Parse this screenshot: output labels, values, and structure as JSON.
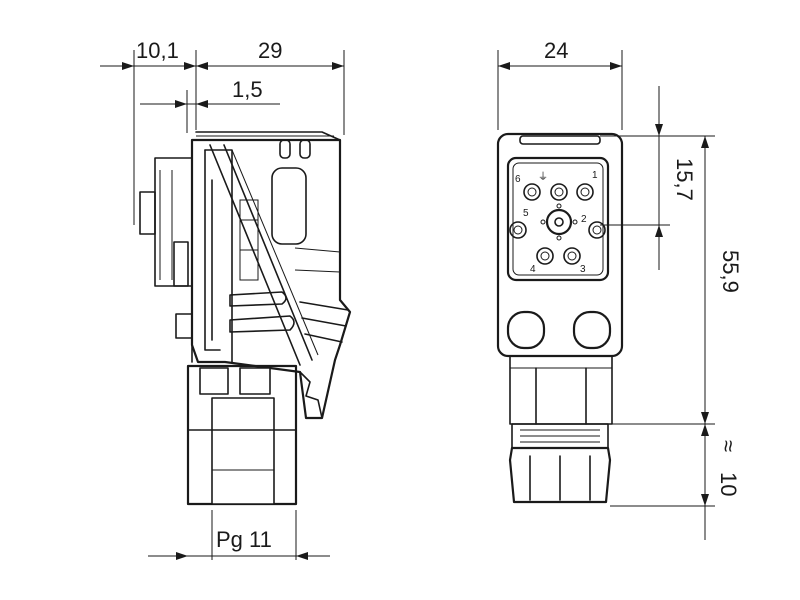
{
  "dimensions": {
    "width_left": "10,1",
    "width_main": "29",
    "offset": "1,5",
    "cable_gland": "Pg 11",
    "width_front": "24",
    "height_pins": "15,7",
    "height_total": "55,9",
    "approx_symbol": "≈",
    "gland_length": "10"
  },
  "pins": {
    "p1": "1",
    "p2": "2",
    "p3": "3",
    "p4": "4",
    "p5": "5",
    "p6": "6",
    "ground": "⏚"
  }
}
